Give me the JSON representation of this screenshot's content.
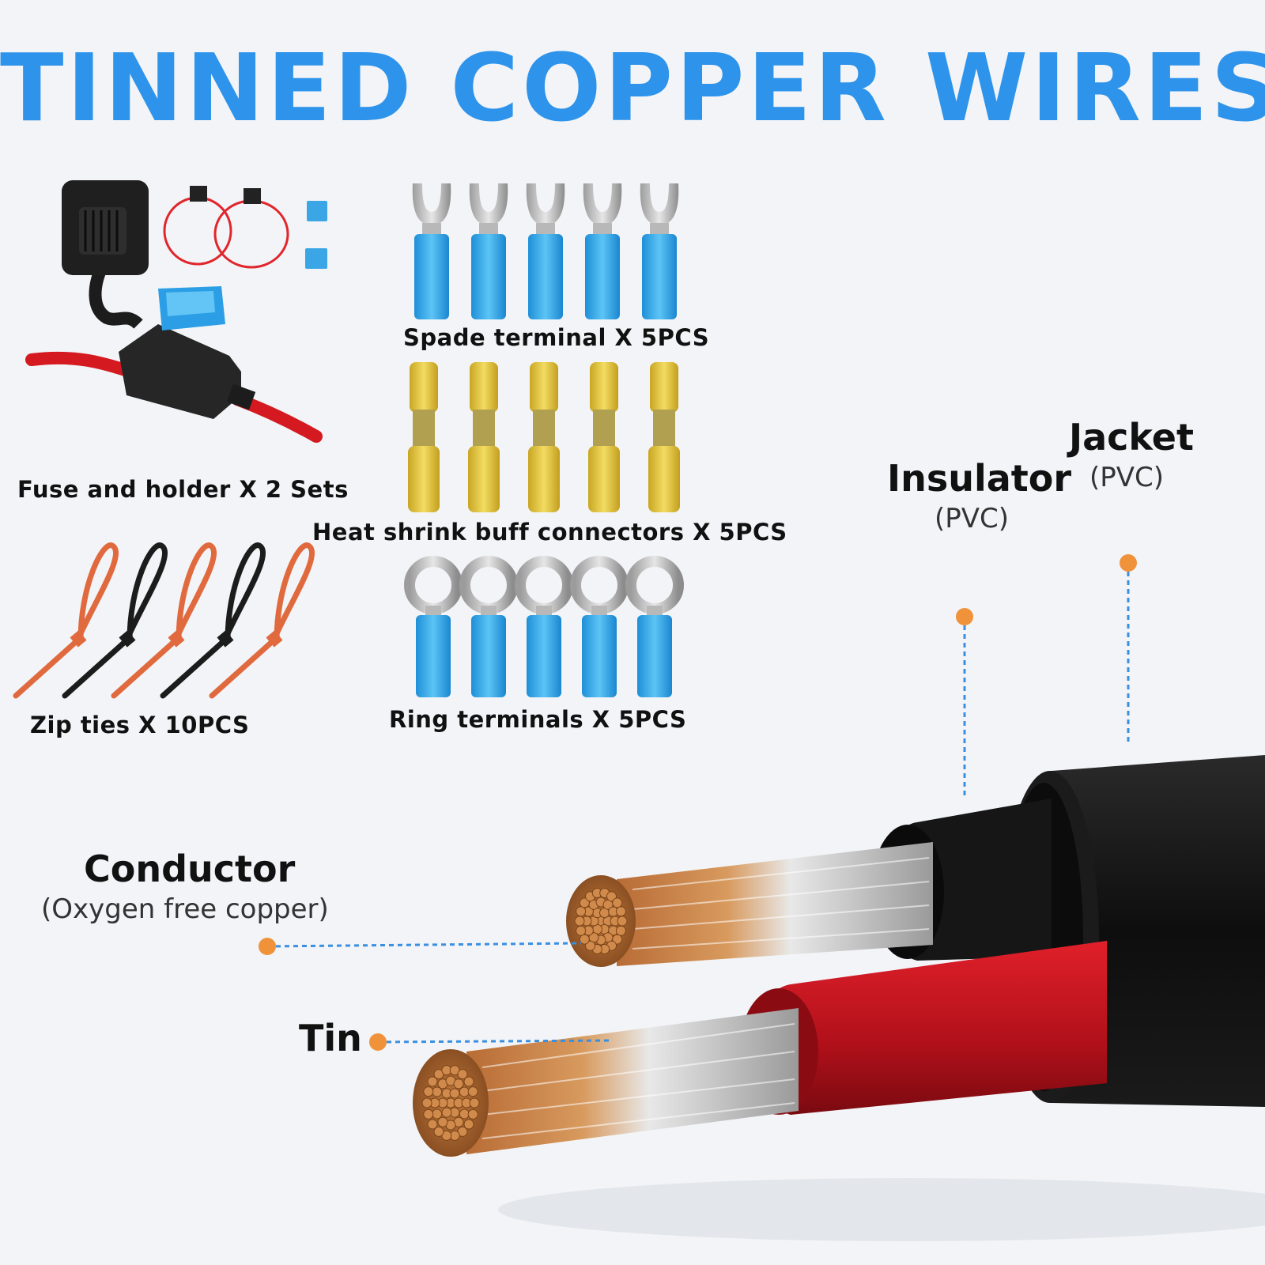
{
  "title": "TINNED COPPER WIRES",
  "kit_items": {
    "fuse": "Fuse and holder X 2 Sets",
    "zip": "Zip ties  X 10PCS",
    "spade": "Spade terminal X 5PCS",
    "butt": "Heat shrink buff connectors X 5PCS",
    "ring": "Ring terminals  X 5PCS"
  },
  "cable_parts": {
    "jacket": {
      "label": "Jacket",
      "material": "(PVC)"
    },
    "insulator": {
      "label": "Insulator",
      "material": "(PVC)"
    },
    "conductor": {
      "label": "Conductor",
      "material": "(Oxygen free copper)"
    },
    "tin": {
      "label": "Tin"
    }
  },
  "colors": {
    "title_blue": "#2e93ea",
    "callout_orange": "#f0923a",
    "callout_line": "#3a8fe0",
    "spade_blue": "#2ba3e8",
    "butt_yellow": "#e8c93a",
    "jacket_black": "#141414",
    "wire_red": "#c8141c",
    "copper": "#b86c35"
  },
  "icons": [
    "fuse-holder-icon",
    "fuse-pigtail-icon",
    "blade-fuse-icon",
    "zip-tie-icon",
    "spade-terminal-icon",
    "butt-connector-icon",
    "ring-terminal-icon",
    "cable-cross-section-icon"
  ]
}
